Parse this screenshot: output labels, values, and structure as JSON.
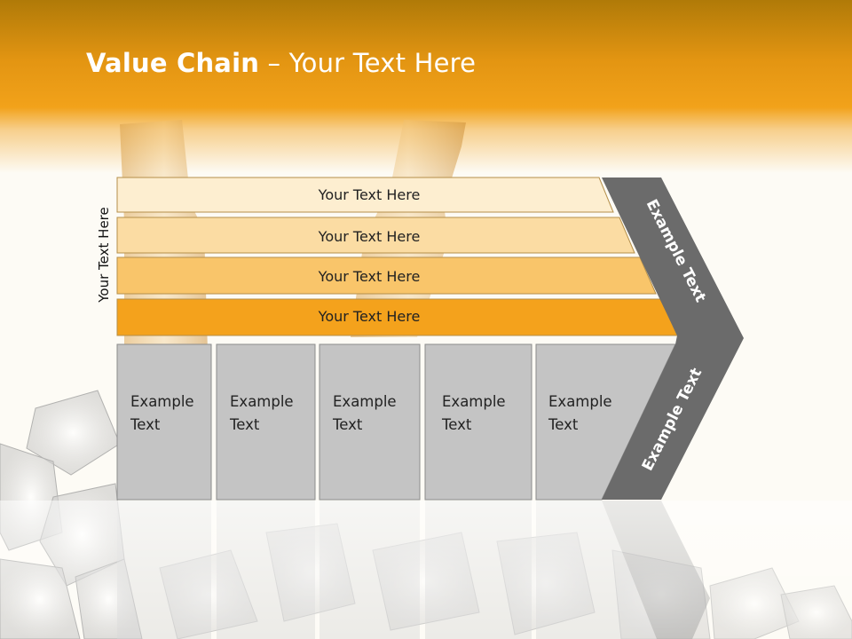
{
  "title": {
    "bold": "Value Chain",
    "rest": " – Your Text Here"
  },
  "side_label": "Your Text Here",
  "rows": [
    {
      "label": "Your Text Here",
      "color": "#fdeed0"
    },
    {
      "label": "Your Text Here",
      "color": "#fbdca3"
    },
    {
      "label": "Your Text Here",
      "color": "#f9c56a"
    },
    {
      "label": "Your Text Here",
      "color": "#f4a21c"
    }
  ],
  "columns": [
    {
      "line1": "Example",
      "line2": "Text"
    },
    {
      "line1": "Example",
      "line2": "Text"
    },
    {
      "line1": "Example",
      "line2": "Text"
    },
    {
      "line1": "Example",
      "line2": "Text"
    },
    {
      "line1": "Example",
      "line2": "Text"
    }
  ],
  "arrow": {
    "upper_label": "Example Text",
    "lower_label": "Example Text",
    "color": "#6b6b6b"
  },
  "colors": {
    "header_top": "#b07800",
    "header_mid": "#f0a010",
    "column_fill": "#c4c4c4"
  }
}
